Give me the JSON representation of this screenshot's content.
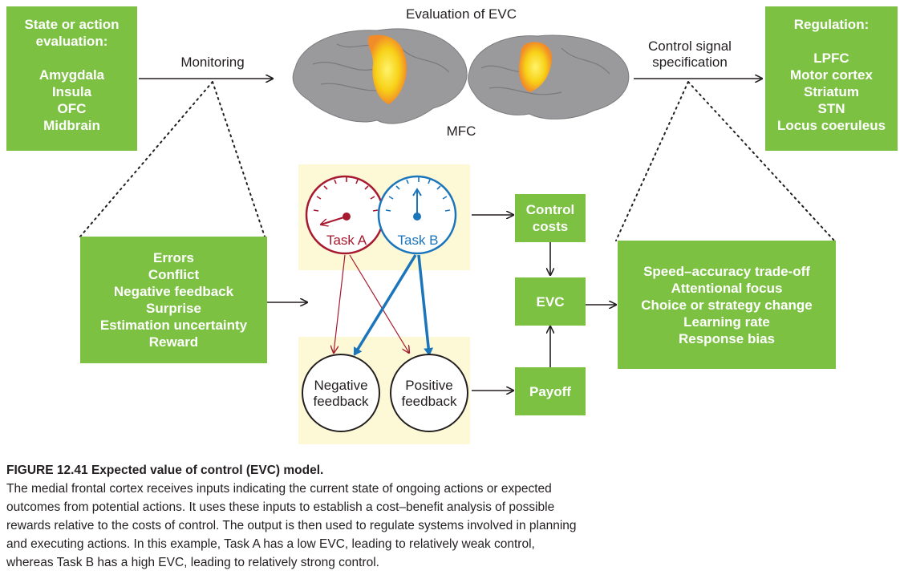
{
  "top": {
    "evaluation_title": "Evaluation of EVC",
    "monitoring": "Monitoring",
    "control_signal": [
      "Control signal",
      "specification"
    ],
    "mfc": "MFC"
  },
  "state_box": {
    "heading": [
      "State or action",
      "evaluation:"
    ],
    "items": [
      "Amygdala",
      "Insula",
      "OFC",
      "Midbrain"
    ]
  },
  "regulation_box": {
    "heading": "Regulation:",
    "items": [
      "LPFC",
      "Motor cortex",
      "Striatum",
      "STN",
      "Locus coeruleus"
    ]
  },
  "inputs_box": {
    "items": [
      "Errors",
      "Conflict",
      "Negative feedback",
      "Surprise",
      "Estimation uncertainty",
      "Reward"
    ]
  },
  "outputs_box": {
    "items": [
      "Speed–accuracy trade-off",
      "Attentional focus",
      "Choice or strategy change",
      "Learning rate",
      "Response bias"
    ]
  },
  "gauges": {
    "task_a": "Task A",
    "task_b": "Task B",
    "task_a_color": "#a6192e",
    "task_b_color": "#1b75bb"
  },
  "feedback": {
    "negative": [
      "Negative",
      "feedback"
    ],
    "positive": [
      "Positive",
      "feedback"
    ]
  },
  "flow": {
    "control_costs": [
      "Control",
      "costs"
    ],
    "evc": "EVC",
    "payoff": "Payoff"
  },
  "colors": {
    "green": "#7cc142",
    "beige": "#fdf8d6",
    "brain": "#9a9a9c",
    "activation": "#f7d117"
  },
  "caption": {
    "title": "FIGURE 12.41 Expected value of control (EVC) model.",
    "lines": [
      "The medial frontal cortex receives inputs indicating the current state of ongoing actions or expected",
      "outcomes from potential actions. It uses these inputs to establish a cost–benefit analysis of possible",
      "rewards relative to the costs of control. The output is then used to regulate systems involved in planning",
      "and executing actions. In this example, Task A has a low EVC, leading to relatively weak control,",
      "whereas Task B has a high EVC, leading to relatively strong control."
    ]
  }
}
